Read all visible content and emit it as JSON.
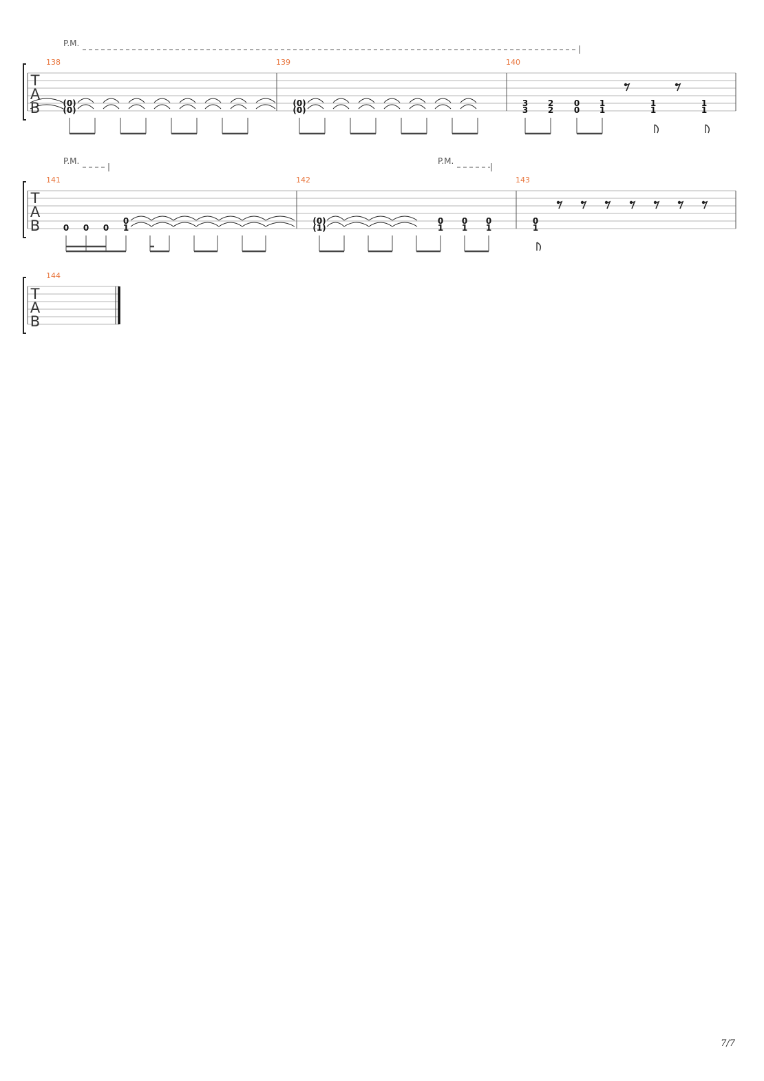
{
  "document": {
    "type": "guitar tablature page",
    "page_number": "7/7",
    "tab_clef_letters": [
      "T",
      "A",
      "B"
    ],
    "palm_mute_label": "P.M.",
    "colors": {
      "measure_number": "#e8743b",
      "staff_line": "#b5b5b5",
      "notation": "#111111"
    }
  },
  "systems": [
    {
      "measures": [
        {
          "number": "138",
          "notes": [
            {
              "frets": [
                "(0)",
                "(0)"
              ],
              "strings": [
                5,
                6
              ]
            }
          ]
        },
        {
          "number": "139",
          "notes": [
            {
              "frets": [
                "(0)",
                "(0)"
              ],
              "strings": [
                5,
                6
              ]
            }
          ]
        },
        {
          "number": "140",
          "notes": [
            {
              "frets": [
                "3",
                "3"
              ],
              "strings": [
                5,
                6
              ]
            },
            {
              "frets": [
                "2",
                "2"
              ],
              "strings": [
                5,
                6
              ]
            },
            {
              "frets": [
                "0",
                "0"
              ],
              "strings": [
                5,
                6
              ]
            },
            {
              "frets": [
                "1",
                "1"
              ],
              "strings": [
                5,
                6
              ]
            },
            {
              "frets": [
                "1",
                "1"
              ],
              "strings": [
                5,
                6
              ]
            },
            {
              "frets": [
                "1",
                "1"
              ],
              "strings": [
                5,
                6
              ]
            }
          ]
        }
      ],
      "palm_mute": [
        "P.M."
      ]
    },
    {
      "measures": [
        {
          "number": "141",
          "notes": [
            {
              "frets": [
                "0"
              ],
              "strings": [
                6
              ]
            },
            {
              "frets": [
                "0"
              ],
              "strings": [
                6
              ]
            },
            {
              "frets": [
                "0"
              ],
              "strings": [
                6
              ]
            },
            {
              "frets": [
                "0",
                "1"
              ],
              "strings": [
                5,
                6
              ]
            }
          ]
        },
        {
          "number": "142",
          "notes": [
            {
              "frets": [
                "(0)",
                "(1)"
              ],
              "strings": [
                5,
                6
              ]
            },
            {
              "frets": [
                "0",
                "1"
              ],
              "strings": [
                5,
                6
              ]
            },
            {
              "frets": [
                "0",
                "1"
              ],
              "strings": [
                5,
                6
              ]
            },
            {
              "frets": [
                "0",
                "1"
              ],
              "strings": [
                5,
                6
              ]
            }
          ]
        },
        {
          "number": "143",
          "notes": [
            {
              "frets": [
                "0",
                "1"
              ],
              "strings": [
                5,
                6
              ]
            }
          ]
        }
      ],
      "palm_mute": [
        "P.M.",
        "P.M."
      ]
    },
    {
      "measures": [
        {
          "number": "144",
          "notes": []
        }
      ],
      "final_barline": true
    }
  ]
}
